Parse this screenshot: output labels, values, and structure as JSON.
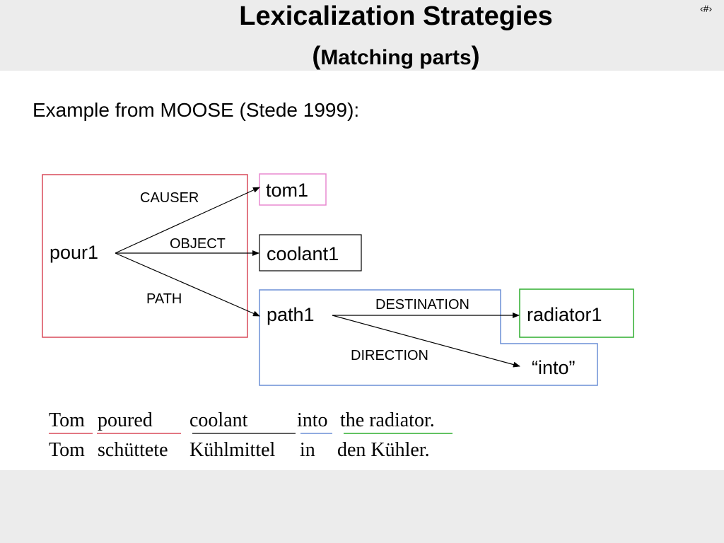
{
  "title": "Lexicalization Strategies",
  "subtitle": {
    "open": "(",
    "text": "Matching parts",
    "close": ")"
  },
  "slide_number": "‹#›",
  "intro": "Example from MOOSE (Stede 1999):",
  "nodes": {
    "pour1": "pour1",
    "tom1": "tom1",
    "coolant1": "coolant1",
    "path1": "path1",
    "radiator1": "radiator1",
    "into": "“into”"
  },
  "relations": {
    "causer": "CAUSER",
    "object": "OBJECT",
    "path": "PATH",
    "destination": "DESTINATION",
    "direction": "DIRECTION"
  },
  "sentences": {
    "english": [
      "Tom",
      "poured",
      "coolant",
      "into",
      "the radiator."
    ],
    "german": [
      "Tom",
      "schüttete",
      "Kühlmittel",
      "in",
      "den Kühler."
    ]
  },
  "colors": {
    "pour_box": "#d94a5a",
    "tom_box": "#e88ad0",
    "coolant_box": "#000000",
    "path_box": "#6c8fd6",
    "radiator_box": "#2fae2f",
    "band": "#ececec"
  }
}
